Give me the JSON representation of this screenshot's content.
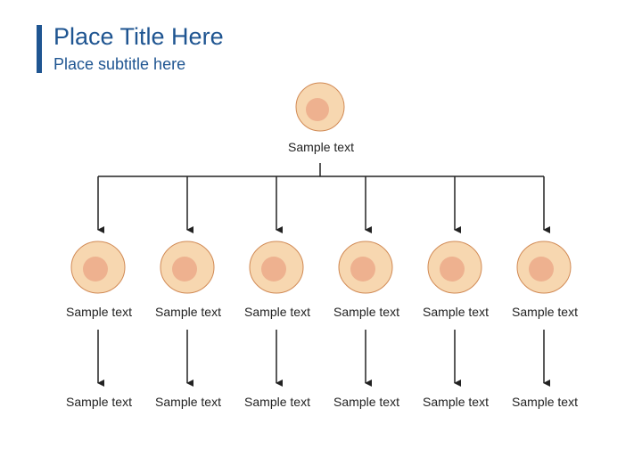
{
  "header": {
    "title": "Place Title Here",
    "subtitle": "Place subtitle here"
  },
  "colors": {
    "title": "#1f5591",
    "cell_fill": "#f7d7b0",
    "cell_stroke": "#d18a55",
    "nucleus_fill": "#eeb18f",
    "arrow": "#222222"
  },
  "root": {
    "label": "Sample text",
    "icon": "cell-icon"
  },
  "branches": [
    {
      "label": "Sample text",
      "result": "Sample text",
      "icon": "cell-icon"
    },
    {
      "label": "Sample text",
      "result": "Sample text",
      "icon": "cell-icon"
    },
    {
      "label": "Sample text",
      "result": "Sample text",
      "icon": "cell-icon"
    },
    {
      "label": "Sample text",
      "result": "Sample text",
      "icon": "cell-icon"
    },
    {
      "label": "Sample text",
      "result": "Sample text",
      "icon": "cell-icon"
    },
    {
      "label": "Sample text",
      "result": "Sample text",
      "icon": "cell-icon"
    }
  ]
}
